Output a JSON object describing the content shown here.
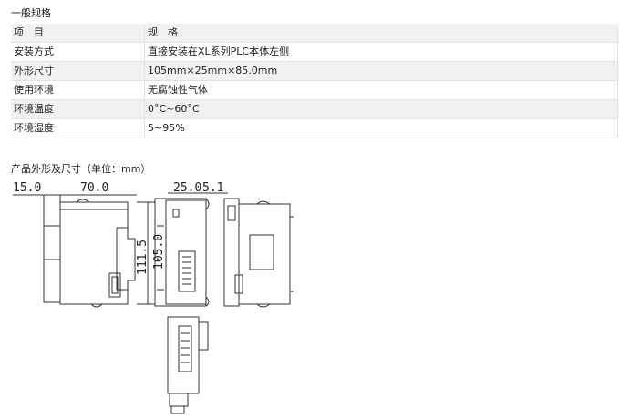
{
  "spec_section": {
    "title": "一般规格",
    "rows": [
      [
        "项　目",
        "规　格"
      ],
      [
        "安装方式",
        "直接安装在XL系列PLC本体左侧"
      ],
      [
        "外形尺寸",
        "105mm×25mm×85.0mm"
      ],
      [
        "使用环境",
        "无腐蚀性气体"
      ],
      [
        "环境温度",
        "0˚C~60˚C"
      ],
      [
        "环境湿度",
        "5~95%"
      ]
    ]
  },
  "dimension_section": {
    "title": "产品外形及尺寸（单位：mm）",
    "labels": {
      "left_depth": "15.0",
      "front_width": "70.0",
      "side_width": "25.0",
      "side_extra": "5.1",
      "total_height": "111.5",
      "body_height": "105.0"
    }
  }
}
